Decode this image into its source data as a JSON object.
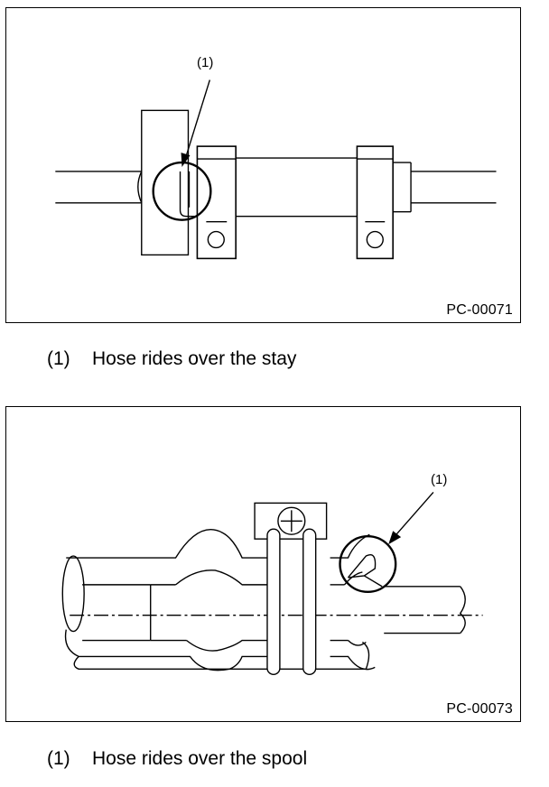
{
  "figures": [
    {
      "callout": "(1)",
      "code": "PC-00071",
      "caption_number": "(1)",
      "caption_text": "Hose rides over the stay"
    },
    {
      "callout": "(1)",
      "code": "PC-00073",
      "caption_number": "(1)",
      "caption_text": "Hose rides over the spool"
    }
  ]
}
